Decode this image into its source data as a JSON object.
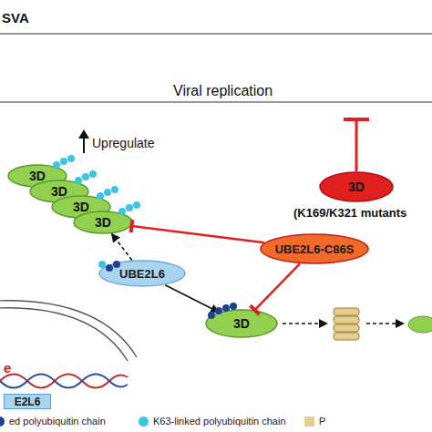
{
  "diagram": {
    "nodes": [
      {
        "text": [
          "3D"
        ]
      },
      {
        "text": [
          "3D"
        ]
      },
      {
        "text": [
          "3D"
        ]
      },
      {
        "text": [
          "3D"
        ]
      },
      {
        "text": [
          "3D",
          "(K169/K321 mutants"
        ]
      },
      {
        "text": [
          "UBE2L6-C86S"
        ]
      },
      {
        "text": [
          "UBE2L6"
        ]
      },
      {
        "text": [
          "3D"
        ]
      },
      {
        "text": [
          "E2L6"
        ]
      }
    ],
    "edges": [
      {
        "from": 5,
        "to": 3,
        "arrow": "to"
      },
      {
        "from": 5,
        "to": 7,
        "arrow": "to"
      },
      {
        "from": 6,
        "to": 3,
        "arrow": "to"
      },
      {
        "from": 6,
        "to": 7,
        "arrow": "to"
      }
    ],
    "labels": [
      "SVA",
      "Viral replication",
      "Upregulate",
      "e"
    ],
    "legend": [
      {
        "text": "ed polyubiquitin chain",
        "color": "#1f3f8f"
      },
      {
        "text": "K63-linked polyubiquitin chain",
        "color": "#3cc4e4"
      },
      {
        "text": "P",
        "color": "#e6cf8e"
      }
    ]
  }
}
